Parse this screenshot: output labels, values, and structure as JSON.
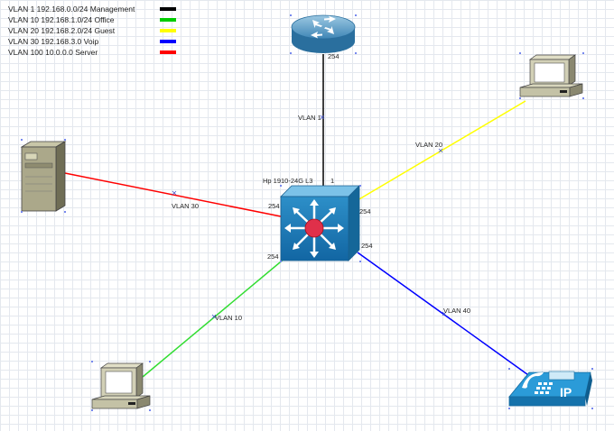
{
  "legend": [
    {
      "label": "VLAN 1 192.168.0.0/24 Management",
      "color": "#000000"
    },
    {
      "label": "VLAN 10 192.168.1.0/24 Office",
      "color": "#00cc00"
    },
    {
      "label": "VLAN 20 192.168.2.0/24 Guest",
      "color": "#ffff00"
    },
    {
      "label": "VLAN 30 192.168.3.0 Voip",
      "color": "#0000ff"
    },
    {
      "label": "VLAN 100 10.0.0.0 Server",
      "color": "#ff0000"
    }
  ],
  "switch": {
    "name": "Hp 1910-24G L3",
    "port_top": "1",
    "port_left": "254",
    "port_right_top": "254",
    "port_right_bottom": "254",
    "port_bottom_left": "254"
  },
  "router": {
    "port": "254"
  },
  "links": {
    "router": {
      "label": "VLAN 1",
      "color": "#000000"
    },
    "server": {
      "label": "VLAN 30",
      "color": "#ff0000"
    },
    "guest_pc": {
      "label": "VLAN 20",
      "color": "#ffff00"
    },
    "office_pc": {
      "label": "VLAN 10",
      "color": "#33dd33"
    },
    "ip_phone": {
      "label": "VLAN 40",
      "color": "#0000ff"
    }
  },
  "icons": {
    "router": "router-icon",
    "switch": "l3-switch-icon",
    "server": "server-icon",
    "pc": "pc-icon",
    "ip_phone": "ip-phone-icon"
  },
  "ip_phone_text": "IP"
}
